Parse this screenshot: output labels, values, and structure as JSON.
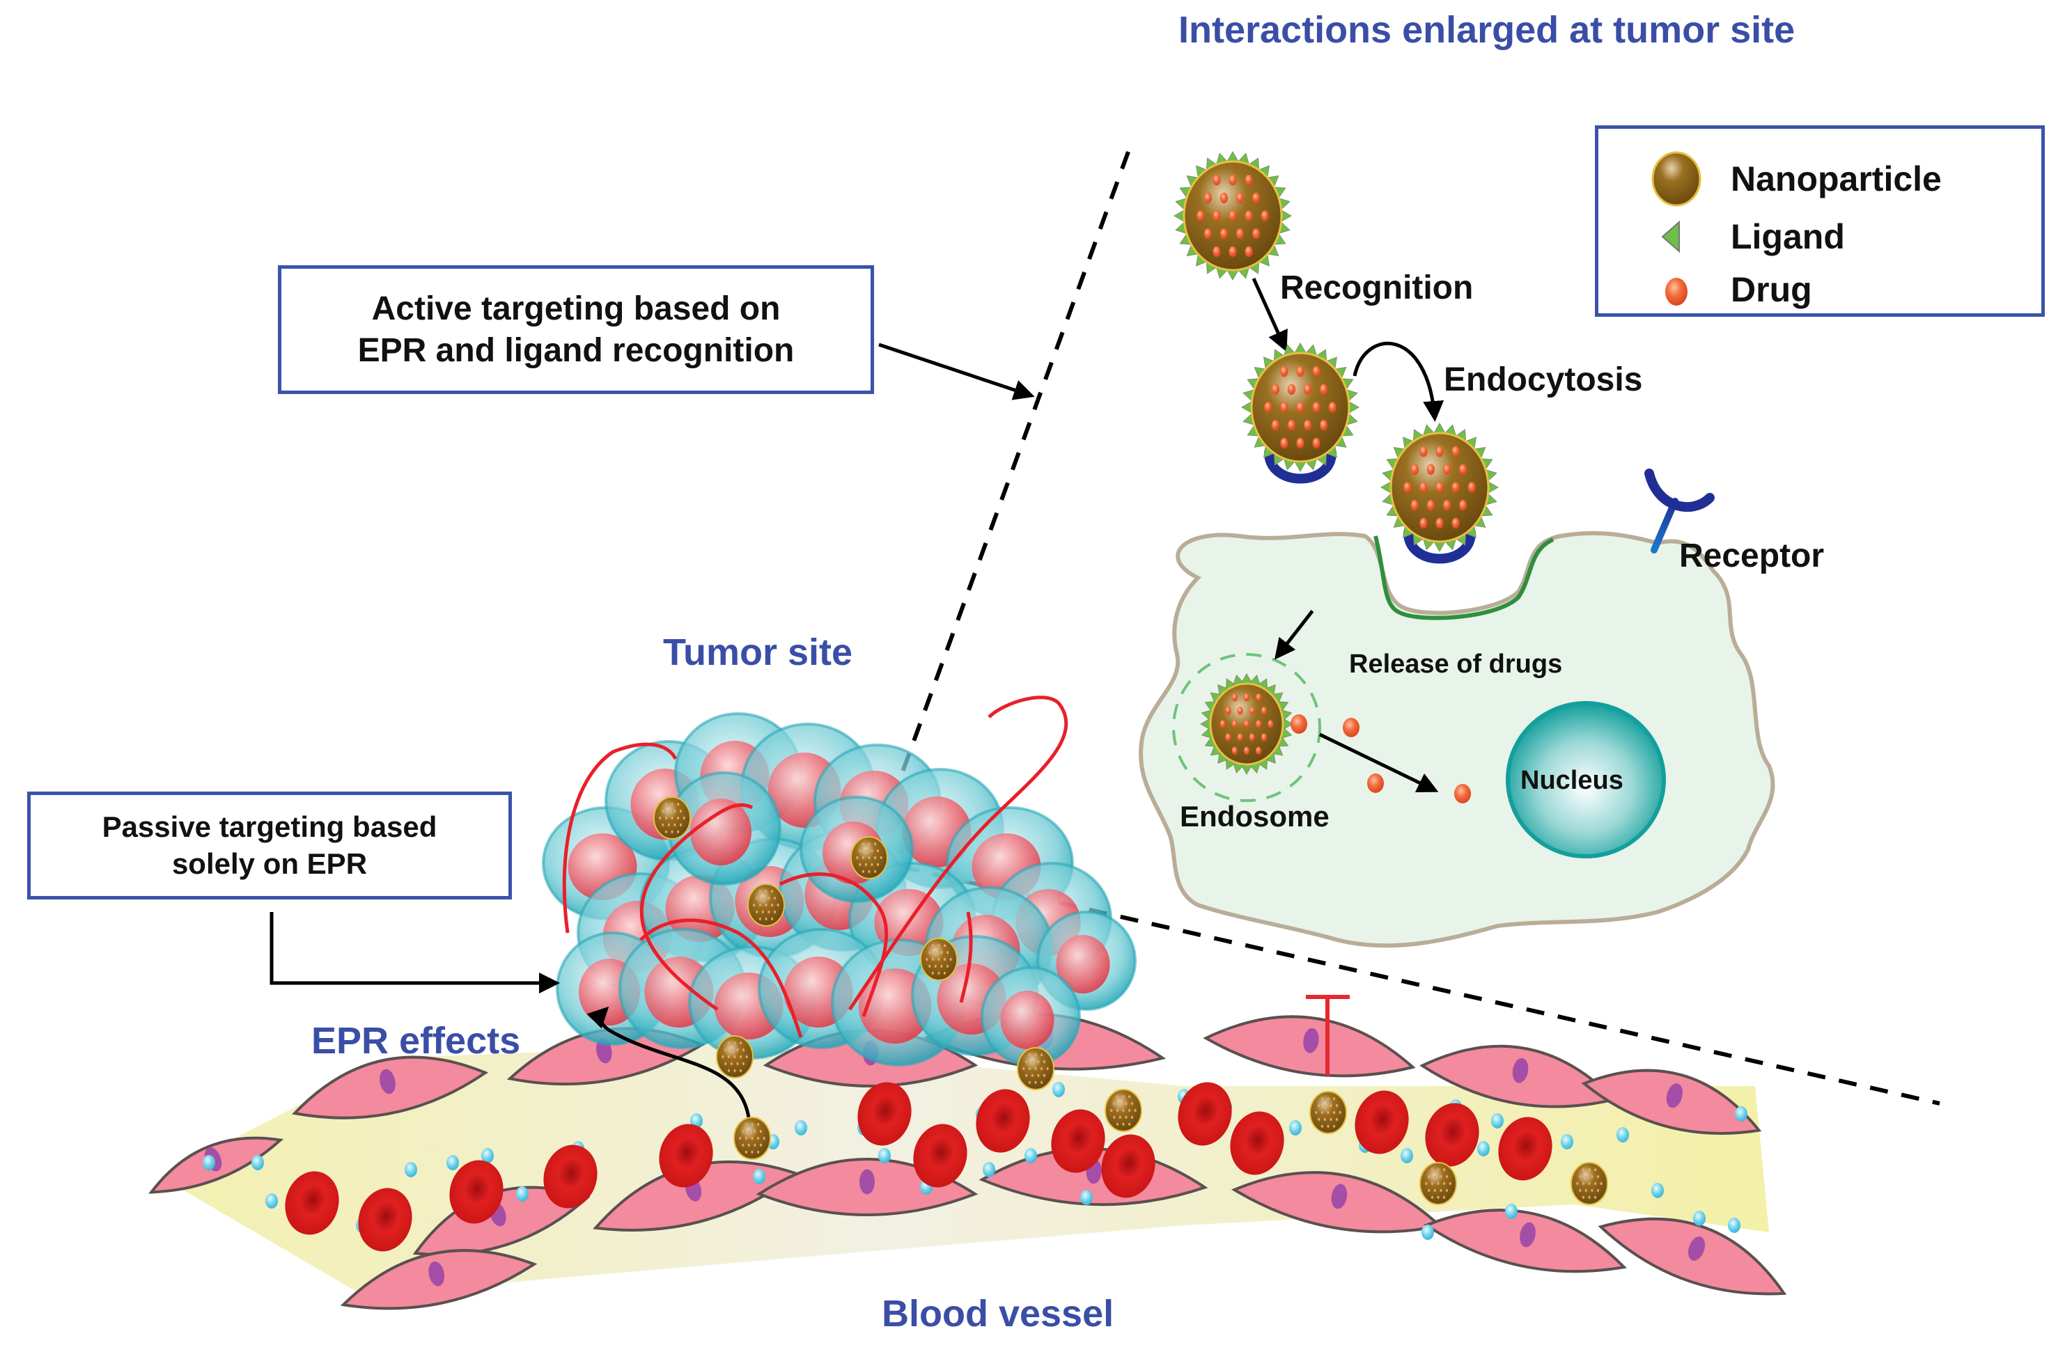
{
  "figure": {
    "title": "Interactions enlarged at tumor site",
    "labels": {
      "tumor_site": "Tumor site",
      "epr_effects": "EPR effects",
      "blood_vessel": "Blood vessel",
      "recognition": "Recognition",
      "endocytosis": "Endocytosis",
      "receptor": "Receptor",
      "release_of_drugs": "Release of drugs",
      "endosome": "Endosome",
      "nucleus": "Nucleus"
    },
    "callouts": {
      "active": [
        "Active targeting based on",
        "EPR and ligand recognition"
      ],
      "passive": [
        "Passive targeting based",
        "solely on EPR"
      ]
    },
    "legend": {
      "items": [
        {
          "icon": "nanoparticle-icon",
          "label": "Nanoparticle"
        },
        {
          "icon": "ligand-icon",
          "label": "Ligand"
        },
        {
          "icon": "drug-icon",
          "label": "Drug"
        }
      ]
    },
    "colors": {
      "label_blue": "#3a4ea6",
      "box_border": "#3b53a8",
      "nanoparticle": "#8a6418",
      "ligand": "#6cc04a",
      "drug": "#f06a3a",
      "receptor": "#1f3b9a",
      "cell_fill": "#e8f4ea",
      "cell_border": "#b9ad98",
      "nucleus": "#1eaaa8",
      "endothelial": "#f48a9d",
      "endothelial_nucleus": "#a54ea8",
      "rbc": "#d81c1c",
      "plasma": "#f3f1b6",
      "vessel_leak_inhibit": "#e8282e",
      "tumor_cell": "#5fc4cf",
      "tumor_nucleus": "#f0686e"
    }
  }
}
